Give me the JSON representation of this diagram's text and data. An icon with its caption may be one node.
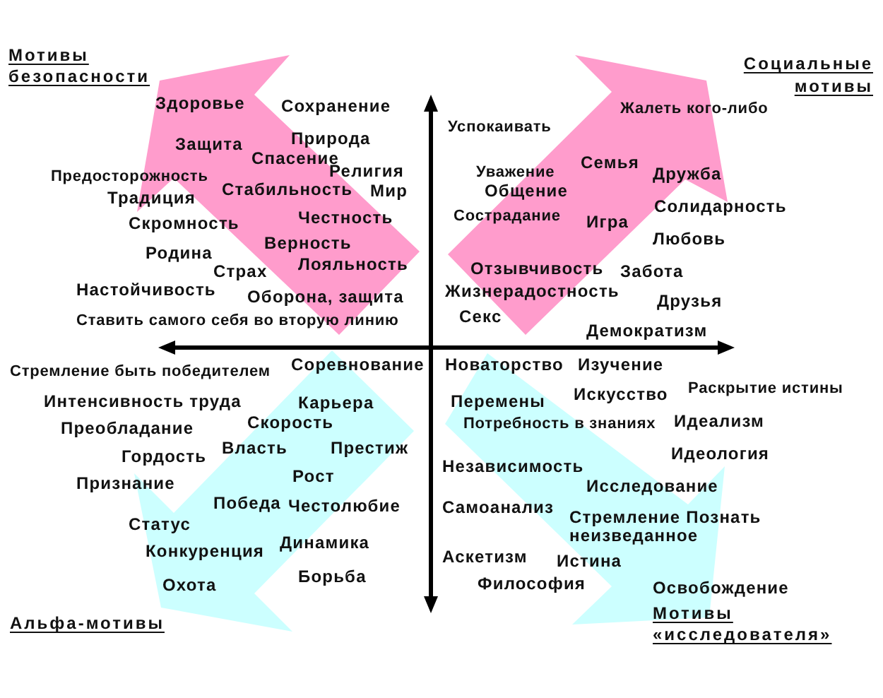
{
  "diagram": {
    "labels": [
      "Мотивы безопасности",
      "Здоровье",
      "Сохранение",
      "Защита",
      "Природа",
      "Спасение",
      "Предосторожность",
      "Религия",
      "Традиция",
      "Стабильность",
      "Мир",
      "Скромность",
      "Честность",
      "Родина",
      "Верность",
      "Страх",
      "Лояльность",
      "Настойчивость",
      "Оборона, защита",
      "Ставить самого себя во вторую линию",
      "Социальные мотивы",
      "Жалеть кого-либо",
      "Успокаивать",
      "Уважение",
      "Семья",
      "Общение",
      "Дружба",
      "Сострадание",
      "Игра",
      "Солидарность",
      "Любовь",
      "Отзывчивость",
      "Забота",
      "Жизнерадостность",
      "Секс",
      "Друзья",
      "Демократизм",
      "Стремление быть победителем",
      "Соревнование",
      "Интенсивность труда",
      "Карьера",
      "Преобладание",
      "Скорость",
      "Гордость",
      "Власть",
      "Престиж",
      "Признание",
      "Рост",
      "Победа",
      "Честолюбие",
      "Статус",
      "Конкуренция",
      "Динамика",
      "Охота",
      "Борьба",
      "Альфа-мотивы",
      "Новаторство",
      "Изучение",
      "Перемены",
      "Искусство",
      "Раскрытие истины",
      "Потребность в знаниях",
      "Идеализм",
      "Независимость",
      "Идеология",
      "Исследование",
      "Самоанализ",
      "Стремление Познать неизведанное",
      "Аскетизм",
      "Истина",
      "Философия",
      "Освобождение",
      "Мотивы «исследователя»"
    ]
  }
}
